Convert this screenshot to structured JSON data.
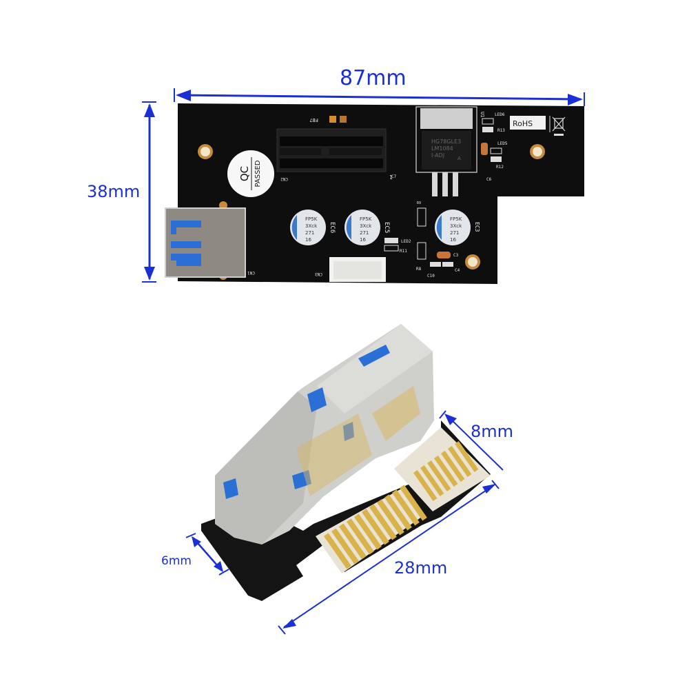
{
  "dimensions": {
    "top_board_width": "87mm",
    "top_board_height": "38mm",
    "connector_x1_length": "8mm",
    "connector_total_length": "28mm",
    "notch_width": "6mm"
  },
  "board_markings": {
    "regulator_line1": "HG78GLE3",
    "regulator_line2": "LM1084",
    "regulator_line3": "I-ADJ",
    "regulator_line4": "A",
    "regulator_ref": "U1",
    "rohs": "RoHS",
    "qc_line1": "QC",
    "qc_line2": "PASSED",
    "pcie_slot_ref": "CN2",
    "usb_ref": "CN1",
    "power_ref": "CN3",
    "ferrite_ref": "FB7",
    "led6": "LED6",
    "led5": "LED5",
    "led2": "LED2",
    "r13": "R13",
    "r12": "R12",
    "r11": "R11",
    "r9": "R9",
    "r8": "R8",
    "c3": "C3",
    "c4": "C4",
    "c10": "C10",
    "c6": "C6",
    "c7": "C7",
    "ec6": "EC6",
    "ec5": "EC5",
    "ec3": "EC3",
    "cap_text_1": "FP5K",
    "cap_text_2": "3Xck",
    "cap_text_3": "271",
    "cap_text_4": "16",
    "pin1": "1"
  },
  "colors": {
    "annotation_blue": "#1a2fd6",
    "pcb_black": "#0d0d0d",
    "gold_contact": "#d9b24a",
    "usb_blue": "#2a6fd6",
    "metal_shell": "#c9c9c6"
  }
}
